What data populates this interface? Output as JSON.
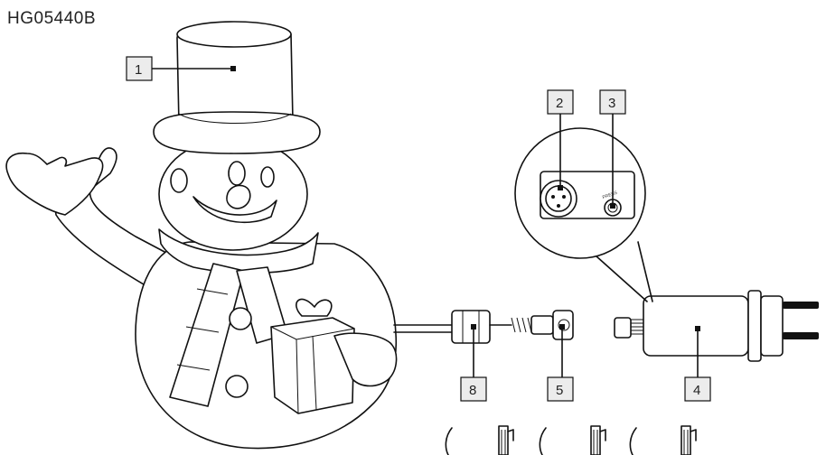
{
  "model_number": "HG05440B",
  "callouts": [
    {
      "id": "1",
      "label": "1"
    },
    {
      "id": "2",
      "label": "2"
    },
    {
      "id": "3",
      "label": "3"
    },
    {
      "id": "4",
      "label": "4"
    },
    {
      "id": "5",
      "label": "5"
    },
    {
      "id": "8",
      "label": "8"
    }
  ],
  "button_text": "PRESS"
}
